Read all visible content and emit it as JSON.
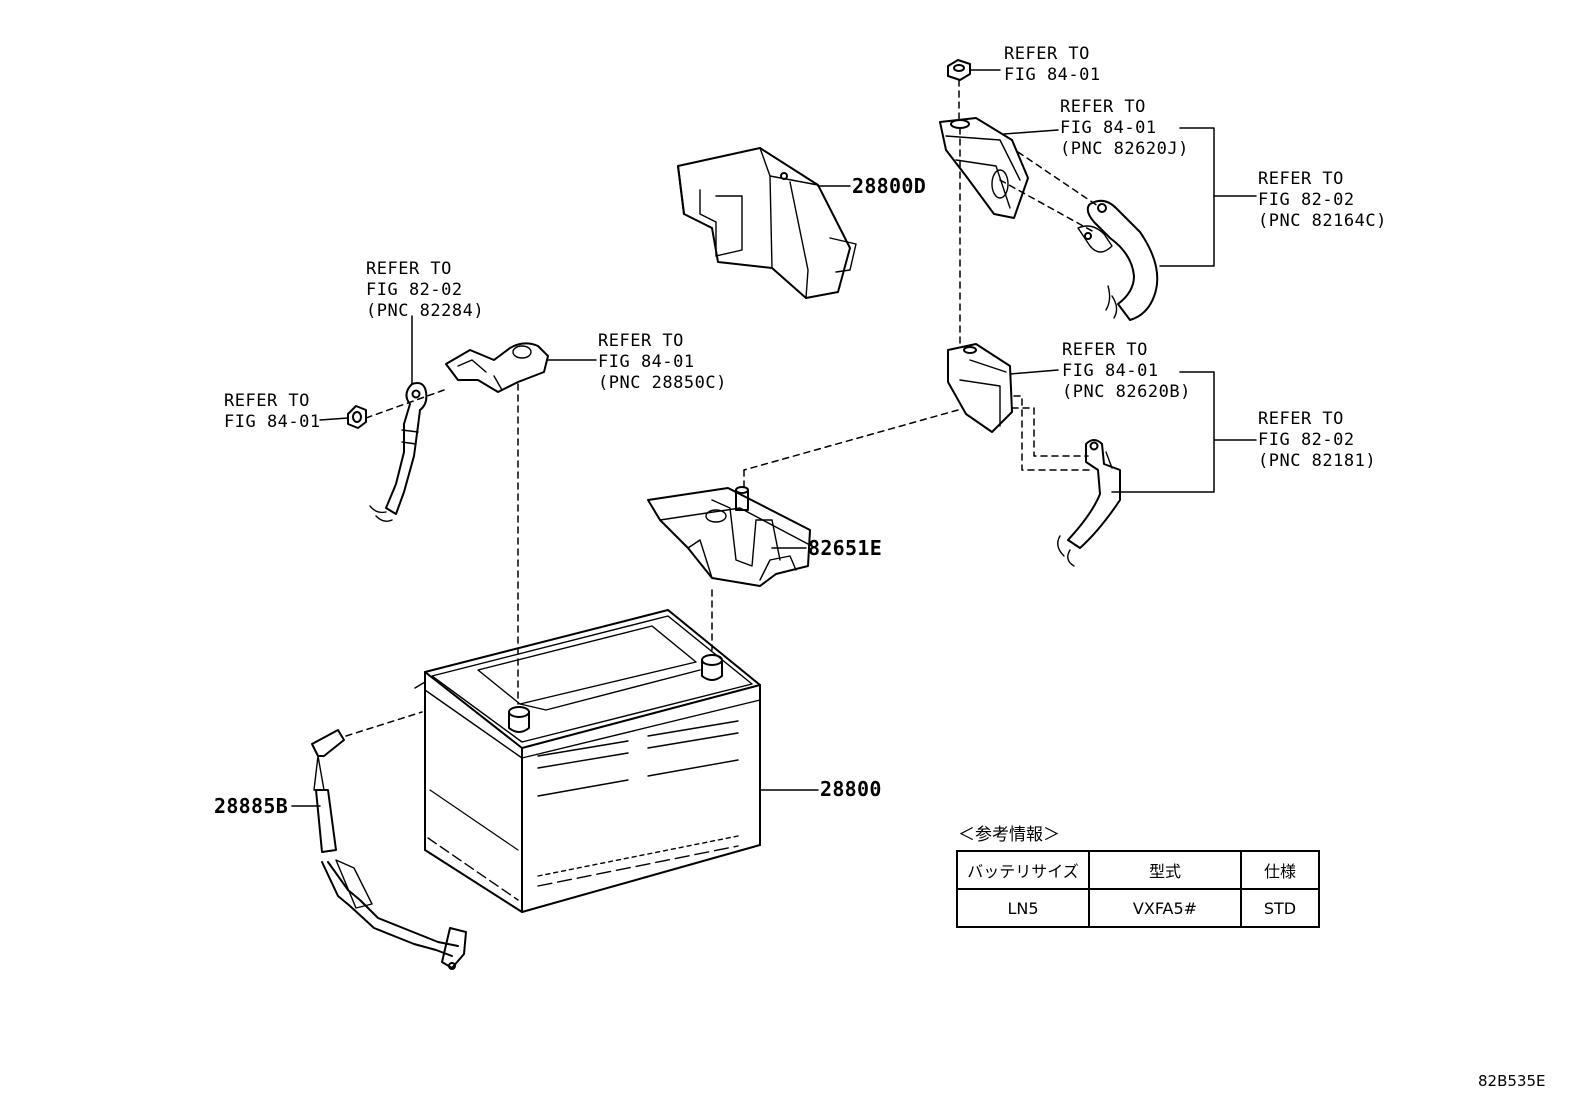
{
  "callouts": {
    "nut_top": [
      "REFER TO",
      "FIG 84-01"
    ],
    "bracket_top": [
      "REFER TO",
      "FIG 84-01",
      "(PNC 82620J)"
    ],
    "cable_top_right": [
      "REFER TO",
      "FIG 82-02",
      "(PNC 82164C)"
    ],
    "cable_left": [
      "REFER TO",
      "FIG 82-02",
      "(PNC 82284)"
    ],
    "nut_left": [
      "REFER TO",
      "FIG 84-01"
    ],
    "clamp_left": [
      "REFER TO",
      "FIG 84-01",
      "(PNC 28850C)"
    ],
    "bracket_mid": [
      "REFER TO",
      "FIG 84-01",
      "(PNC 82620B)"
    ],
    "cable_mid_right": [
      "REFER TO",
      "FIG 82-02",
      "(PNC 82181)"
    ]
  },
  "part_numbers": {
    "cover": "28800D",
    "terminal_block": "82651E",
    "battery": "28800",
    "sensor_cable": "28885B"
  },
  "reference": {
    "title": "＜参考情報＞",
    "headers": [
      "バッテリサイズ",
      "型式",
      "仕様"
    ],
    "row": [
      "LN5",
      "VXFA5#",
      "STD"
    ]
  },
  "figure_code": "82B535E"
}
